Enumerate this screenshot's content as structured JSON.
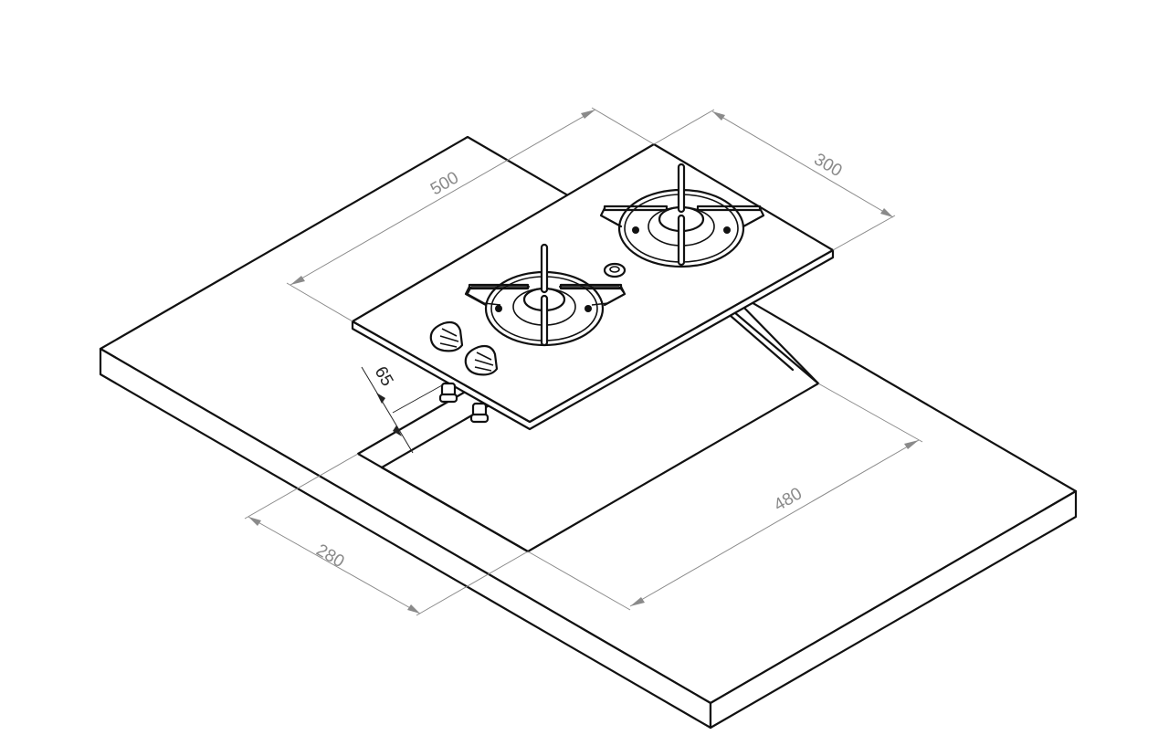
{
  "drawing": {
    "subject": "Built-in two-burner gas cooktop installation",
    "view": "isometric line drawing",
    "line_color": "#111111",
    "dimension_color": "#8a8a8a",
    "background": "#ffffff"
  },
  "components": {
    "countertop": "countertop slab",
    "cutout": "cutout opening",
    "hob": "glass hob top",
    "burner_left": "small burner with pan support",
    "burner_right": "large burner with pan support",
    "igniter": "igniter button",
    "knobs": [
      "control knob 1",
      "control knob 2"
    ],
    "connectors": [
      "gas connector 1",
      "gas connector 2"
    ]
  },
  "dimensions": {
    "hob_length": "500",
    "hob_width": "300",
    "hob_height_below": "65",
    "cutout_width": "280",
    "cutout_length": "480"
  },
  "units": "mm"
}
